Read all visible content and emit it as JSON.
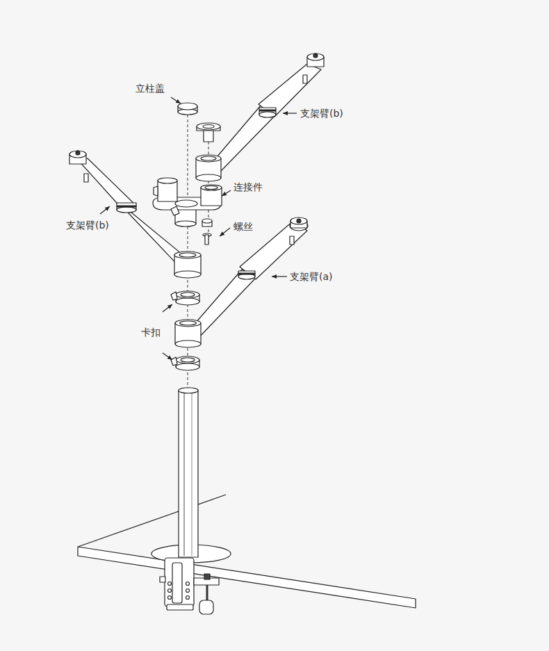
{
  "diagram": {
    "labels": [
      "立柱盖",
      "支架臂(b)",
      "连接件",
      "支架臂(b)",
      "螺丝",
      "支架臂(a)",
      "卡扣"
    ]
  }
}
